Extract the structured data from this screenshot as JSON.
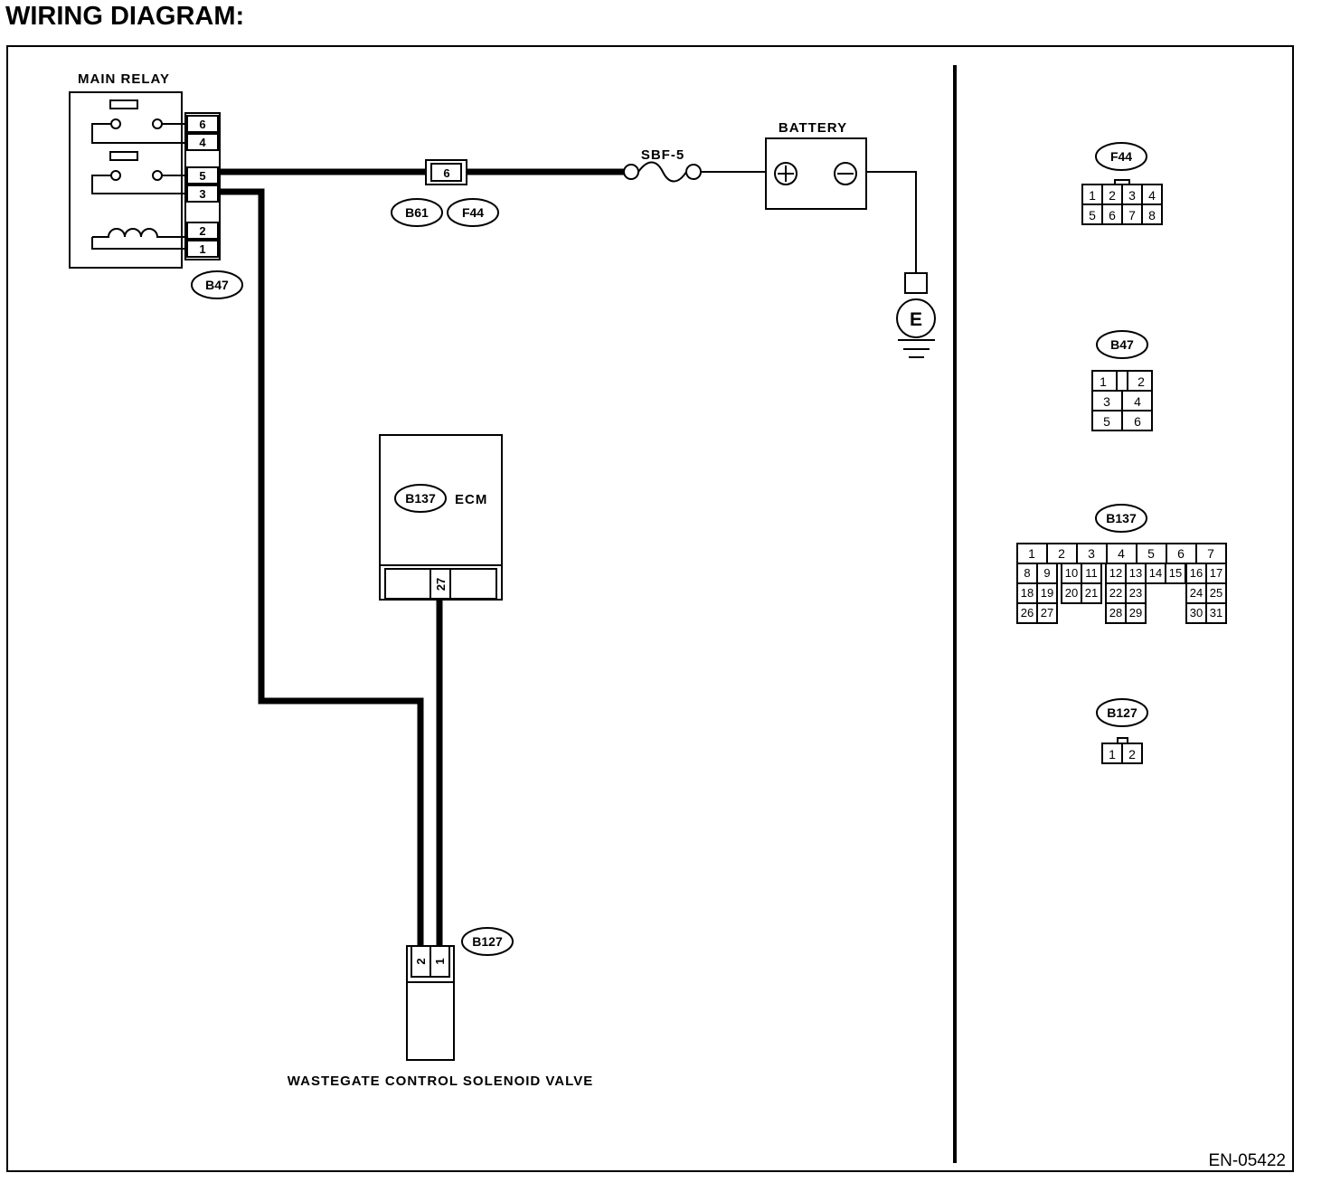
{
  "heading": "WIRING DIAGRAM:",
  "figure_id": "EN-05422",
  "components": {
    "main_relay": {
      "label": "MAIN RELAY",
      "pins": [
        "6",
        "4",
        "5",
        "3",
        "2",
        "1"
      ]
    },
    "battery": {
      "label": "BATTERY",
      "positive_symbol": "+",
      "negative_symbol": "−"
    },
    "fuse": {
      "label": "SBF-5"
    },
    "ecm": {
      "label": "ECM",
      "pin": "27"
    },
    "solenoid": {
      "label": "WASTEGATE CONTROL SOLENOID VALVE",
      "pins": [
        "2",
        "1"
      ]
    },
    "ground": {
      "label": "E"
    },
    "inline_connector": {
      "pin": "6"
    }
  },
  "connector_tags": {
    "b61": "B61",
    "f44": "F44",
    "b47": "B47",
    "b137": "B137",
    "b127": "B127"
  },
  "connector_views": {
    "f44": {
      "tag": "F44",
      "rows": [
        [
          "1",
          "2",
          "3",
          "4"
        ],
        [
          "5",
          "6",
          "7",
          "8"
        ]
      ]
    },
    "b47": {
      "tag": "B47",
      "rows": [
        [
          "1",
          "2"
        ],
        [
          "3",
          "4"
        ],
        [
          "5",
          "6"
        ]
      ]
    },
    "b137": {
      "tag": "B137",
      "rows": [
        [
          "1",
          "2",
          "3",
          "4",
          "5",
          "6",
          "7"
        ],
        [
          "8",
          "9",
          "10",
          "11",
          "12",
          "13",
          "14",
          "15",
          "16",
          "17"
        ],
        [
          "18",
          "19",
          "20",
          "21",
          "22",
          "23",
          "24",
          "25"
        ],
        [
          "26",
          "27",
          "28",
          "29",
          "30",
          "31"
        ]
      ]
    },
    "b127": {
      "tag": "B127",
      "rows": [
        [
          "1",
          "2"
        ]
      ]
    }
  },
  "connections": [
    {
      "from": "MAIN RELAY 5",
      "via": [
        "B61/F44 6",
        "SBF-5"
      ],
      "to": "BATTERY +"
    },
    {
      "from": "BATTERY −",
      "to": "E"
    },
    {
      "from": "MAIN RELAY 3",
      "to": "B127 2"
    },
    {
      "from": "ECM 27",
      "to": "B127 1"
    }
  ]
}
